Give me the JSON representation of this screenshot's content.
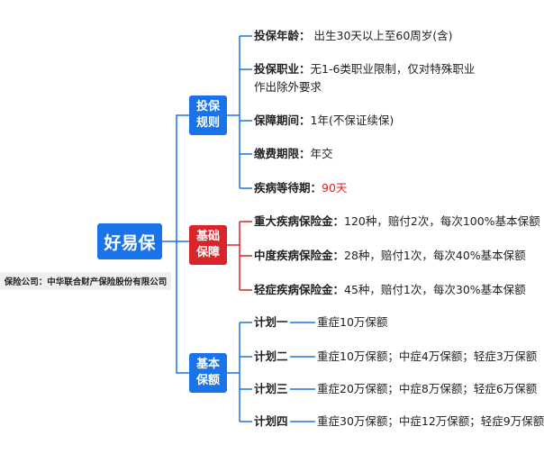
{
  "root": {
    "title": "好易保"
  },
  "company": {
    "text": "保险公司：中华联合财产保险股份有限公司"
  },
  "categories": [
    {
      "label": "投保\n规则",
      "color": "#1a73e8",
      "items": [
        {
          "key": "投保年龄：",
          "value": " 出生30天以上至60周岁(含)"
        },
        {
          "key": "投保职业：",
          "value": "无1-6类职业限制，仅对特殊职业",
          "value2": "作出除外要求"
        },
        {
          "key": "保障期间：",
          "value": "1年(不保证续保)"
        },
        {
          "key": "缴费期限：",
          "value": "年交"
        },
        {
          "key": "疾病等待期：",
          "value": "90天",
          "value_color": "#e02020"
        }
      ]
    },
    {
      "label": "基础\n保障",
      "color": "#d9252a",
      "items": [
        {
          "key": "重大疾病保险金：",
          "value": "120种，赔付2次，每次100%基本保额"
        },
        {
          "key": "中度疾病保险金：",
          "value": "28种，赔付1次，每次40%基本保额"
        },
        {
          "key": "轻症疾病保险金：",
          "value": "45种，赔付1次，每次30%基本保额"
        }
      ]
    },
    {
      "label": "基本\n保额",
      "color": "#1a73e8",
      "items": [
        {
          "key": "计划一",
          "value": "重症10万保额"
        },
        {
          "key": "计划二",
          "value": "重症10万保额；中症4万保额；轻症3万保额"
        },
        {
          "key": "计划三",
          "value": "重症20万保额；中症8万保额；轻症6万保额"
        },
        {
          "key": "计划四",
          "value": "重症30万保额；中症12万保额；轻症9万保额"
        }
      ]
    }
  ]
}
